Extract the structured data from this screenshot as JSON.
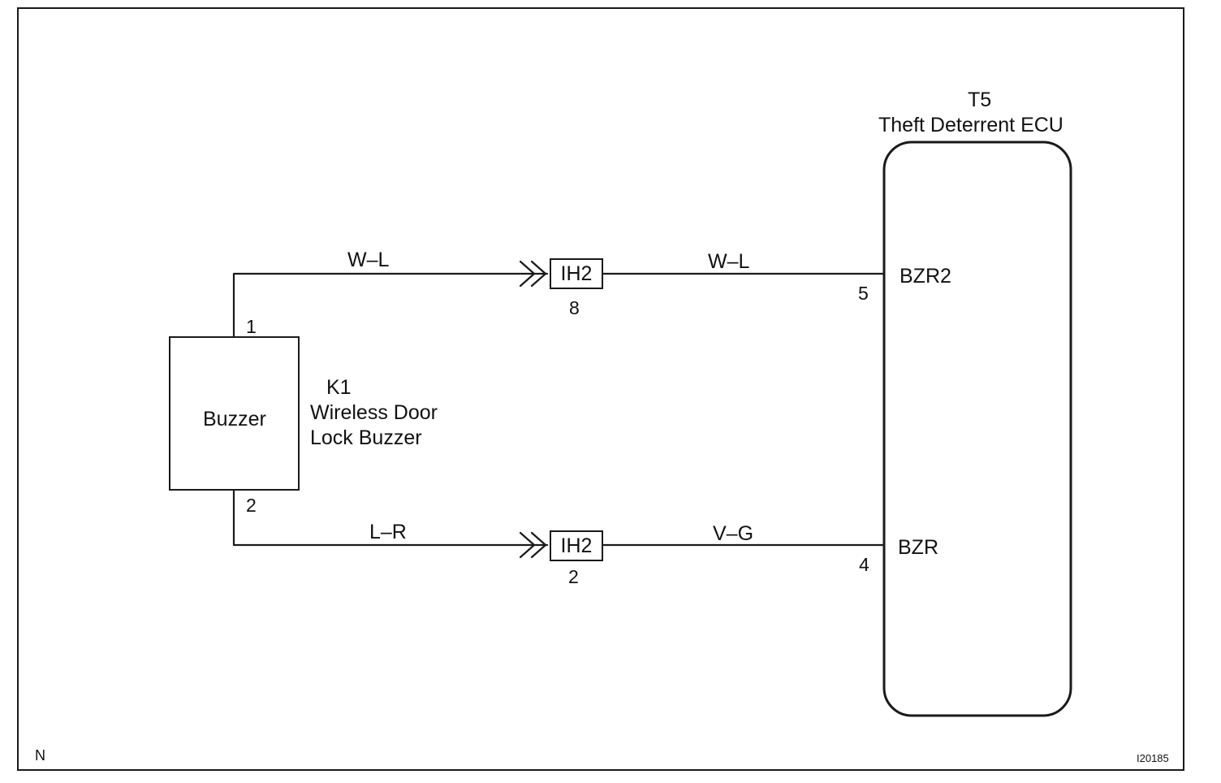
{
  "buzzer": {
    "box_label": "Buzzer",
    "code": "K1",
    "name_line1": "Wireless Door",
    "name_line2": "Lock Buzzer",
    "pin_top": "1",
    "pin_bottom": "2"
  },
  "ecu": {
    "code": "T5",
    "name": "Theft Deterrent ECU",
    "terminal_upper": "BZR2",
    "terminal_lower": "BZR",
    "pin_upper": "5",
    "pin_lower": "4"
  },
  "connectors": {
    "upper": {
      "label": "IH2",
      "pin": "8"
    },
    "lower": {
      "label": "IH2",
      "pin": "2"
    }
  },
  "wires": {
    "upper_left": "W–L",
    "upper_right": "W–L",
    "lower_left": "L–R",
    "lower_right": "V–G"
  },
  "footer": {
    "left_mark": "N",
    "figure_id": "I20185"
  }
}
